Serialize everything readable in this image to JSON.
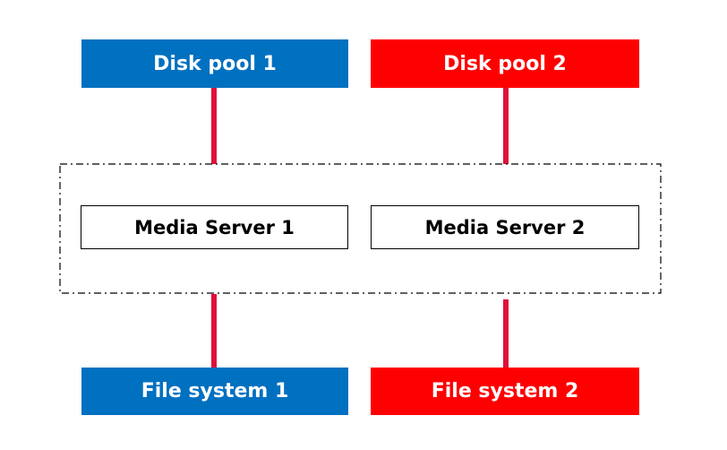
{
  "disk_pools": [
    {
      "label": "Disk pool 1",
      "color": "#0070c0"
    },
    {
      "label": "Disk pool 2",
      "color": "#ff0000"
    }
  ],
  "media_servers": [
    {
      "label": "Media Server 1"
    },
    {
      "label": "Media Server 2"
    }
  ],
  "file_systems": [
    {
      "label": "File system 1",
      "color": "#0070c0"
    },
    {
      "label": "File system 2",
      "color": "#ff0000"
    }
  ],
  "connector_color": "#e0103c",
  "cluster_border": "dash-dot"
}
